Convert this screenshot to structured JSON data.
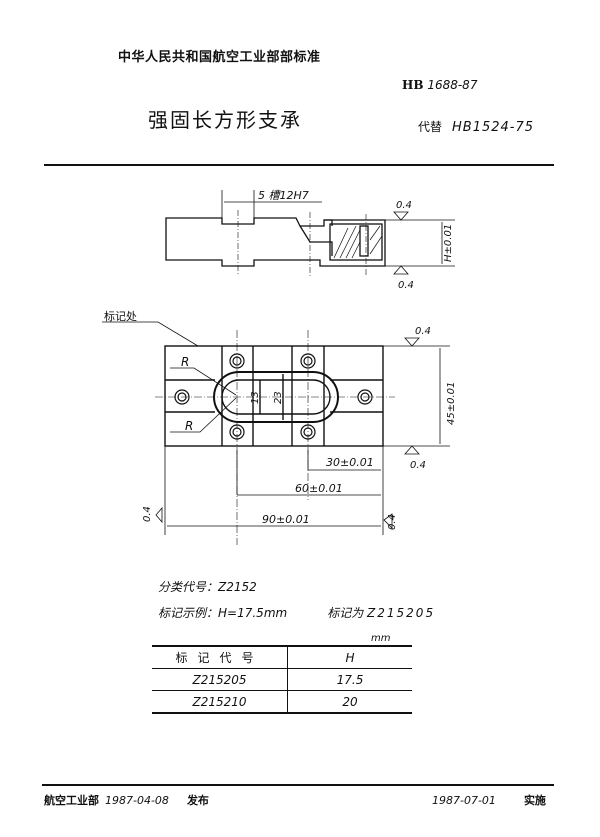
{
  "header": {
    "organization": "中华人民共和国航空工业部部标准",
    "standard_prefix": "HB",
    "standard_number": "1688-87",
    "title": "强固长方形支承",
    "replaces_label": "代替",
    "replaces_number": "HB1524-75"
  },
  "side_view": {
    "slot_label": "5 槽12H7",
    "height_tolerance": "H±0.01",
    "roughness_top": "0.4",
    "roughness_bottom": "0.4"
  },
  "plan_view": {
    "marking_location_label": "标记处",
    "radius_label_1": "R",
    "radius_label_2": "R",
    "inner_width": "13",
    "outer_width": "23",
    "height_dim": "45±0.01",
    "dim_30": "30±0.01",
    "dim_60": "60±0.01",
    "dim_90": "90±0.01",
    "roughness_top_right": "0.4",
    "roughness_right": "0.4",
    "roughness_left": "0.4",
    "roughness_bottom_right": "0.4"
  },
  "info": {
    "classification_label": "分类代号：",
    "classification_code": "Z2152",
    "example_label": "标记示例：",
    "example_value": "H=17.5mm",
    "marked_as_label": "标记为",
    "marked_as_value": "Z215205"
  },
  "table": {
    "unit": "mm",
    "headers": [
      "标记代号",
      "H"
    ],
    "rows": [
      [
        "Z215205",
        "17.5"
      ],
      [
        "Z215210",
        "20"
      ]
    ]
  },
  "footer": {
    "issuer": "航空工业部",
    "issue_date": "1987-04-08",
    "issue_label": "发布",
    "effective_date": "1987-07-01",
    "effective_label": "实施"
  }
}
